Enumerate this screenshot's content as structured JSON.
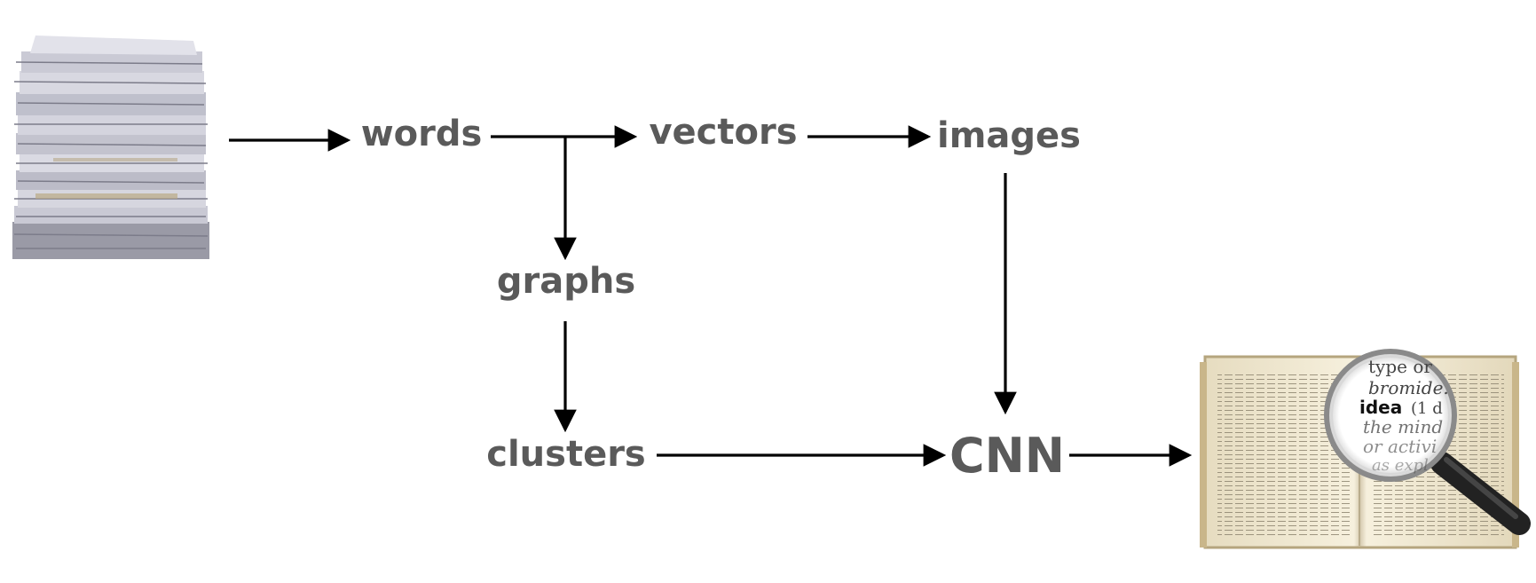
{
  "diagram": {
    "nodes": {
      "words": "words",
      "vectors": "vectors",
      "images": "images",
      "graphs": "graphs",
      "clusters": "clusters",
      "cnn": "CNN"
    },
    "magnifier_text": {
      "line1": "type or",
      "line2": "bromide.",
      "line3": "idea",
      "line4": "(1 d",
      "line5": "the mind",
      "line6": "or activi",
      "line7": "as expl"
    },
    "colors": {
      "label": "#5a5a5a",
      "arrow": "#000000",
      "paper": "#f3ecd6"
    }
  }
}
